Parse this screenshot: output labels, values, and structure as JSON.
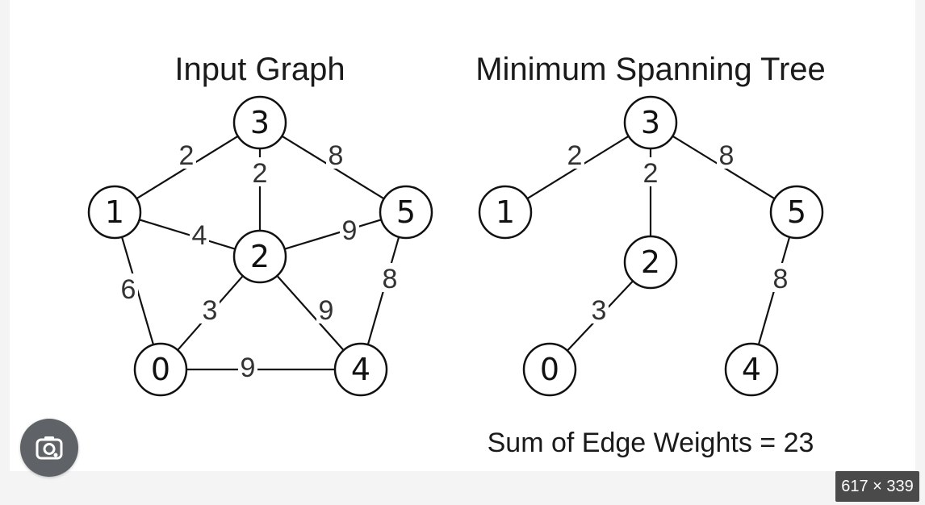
{
  "graphs": [
    {
      "id": "input",
      "title": "Input Graph",
      "nodes": [
        {
          "id": "3",
          "label": "3"
        },
        {
          "id": "1",
          "label": "1"
        },
        {
          "id": "5",
          "label": "5"
        },
        {
          "id": "2",
          "label": "2"
        },
        {
          "id": "0",
          "label": "0"
        },
        {
          "id": "4",
          "label": "4"
        }
      ],
      "edges": [
        {
          "from": "1",
          "to": "3",
          "weight": "2"
        },
        {
          "from": "3",
          "to": "2",
          "weight": "2"
        },
        {
          "from": "3",
          "to": "5",
          "weight": "8"
        },
        {
          "from": "1",
          "to": "2",
          "weight": "4"
        },
        {
          "from": "2",
          "to": "5",
          "weight": "9"
        },
        {
          "from": "1",
          "to": "0",
          "weight": "6"
        },
        {
          "from": "2",
          "to": "0",
          "weight": "3"
        },
        {
          "from": "2",
          "to": "4",
          "weight": "9"
        },
        {
          "from": "5",
          "to": "4",
          "weight": "8"
        },
        {
          "from": "0",
          "to": "4",
          "weight": "9"
        }
      ]
    },
    {
      "id": "mst",
      "title": "Minimum Spanning Tree",
      "nodes": [
        {
          "id": "3",
          "label": "3"
        },
        {
          "id": "1",
          "label": "1"
        },
        {
          "id": "5",
          "label": "5"
        },
        {
          "id": "2",
          "label": "2"
        },
        {
          "id": "0",
          "label": "0"
        },
        {
          "id": "4",
          "label": "4"
        }
      ],
      "edges": [
        {
          "from": "1",
          "to": "3",
          "weight": "2"
        },
        {
          "from": "3",
          "to": "2",
          "weight": "2"
        },
        {
          "from": "3",
          "to": "5",
          "weight": "8"
        },
        {
          "from": "2",
          "to": "0",
          "weight": "3"
        },
        {
          "from": "5",
          "to": "4",
          "weight": "8"
        }
      ]
    }
  ],
  "sum_label": "Sum of Edge Weights = 23",
  "lens_button": {
    "icon": "lens-camera-icon"
  },
  "size_badge": "617 × 339",
  "colors": {
    "stroke": "#111111",
    "edge_label": "#333333",
    "lens_bg": "#5f6368",
    "badge_bg": "#4a4a4a"
  }
}
